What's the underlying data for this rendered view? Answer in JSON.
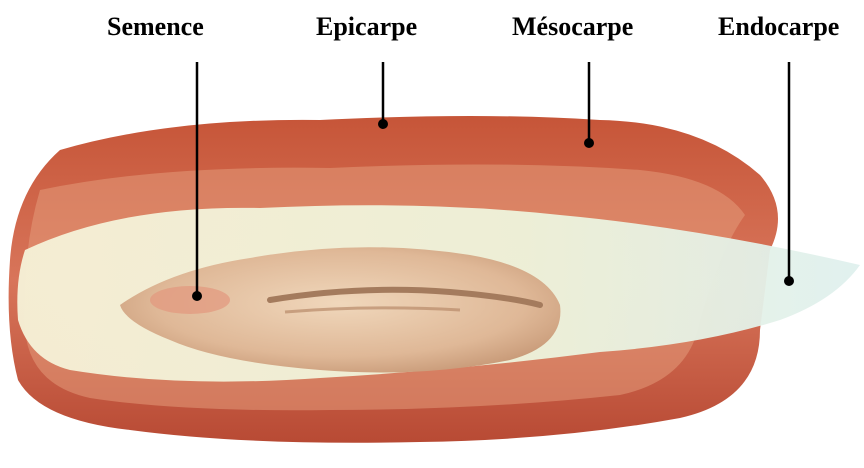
{
  "labels": {
    "semence": "Semence",
    "epicarpe": "Epicarpe",
    "mesocarpe": "Mésocarpe",
    "endocarpe": "Endocarpe"
  },
  "colors": {
    "epicarp": "#c9563a",
    "mesocarp": "#d97b5e",
    "endocarp": "#eef3e0",
    "seed": "#e6c3a4",
    "leader_line": "#000000"
  }
}
